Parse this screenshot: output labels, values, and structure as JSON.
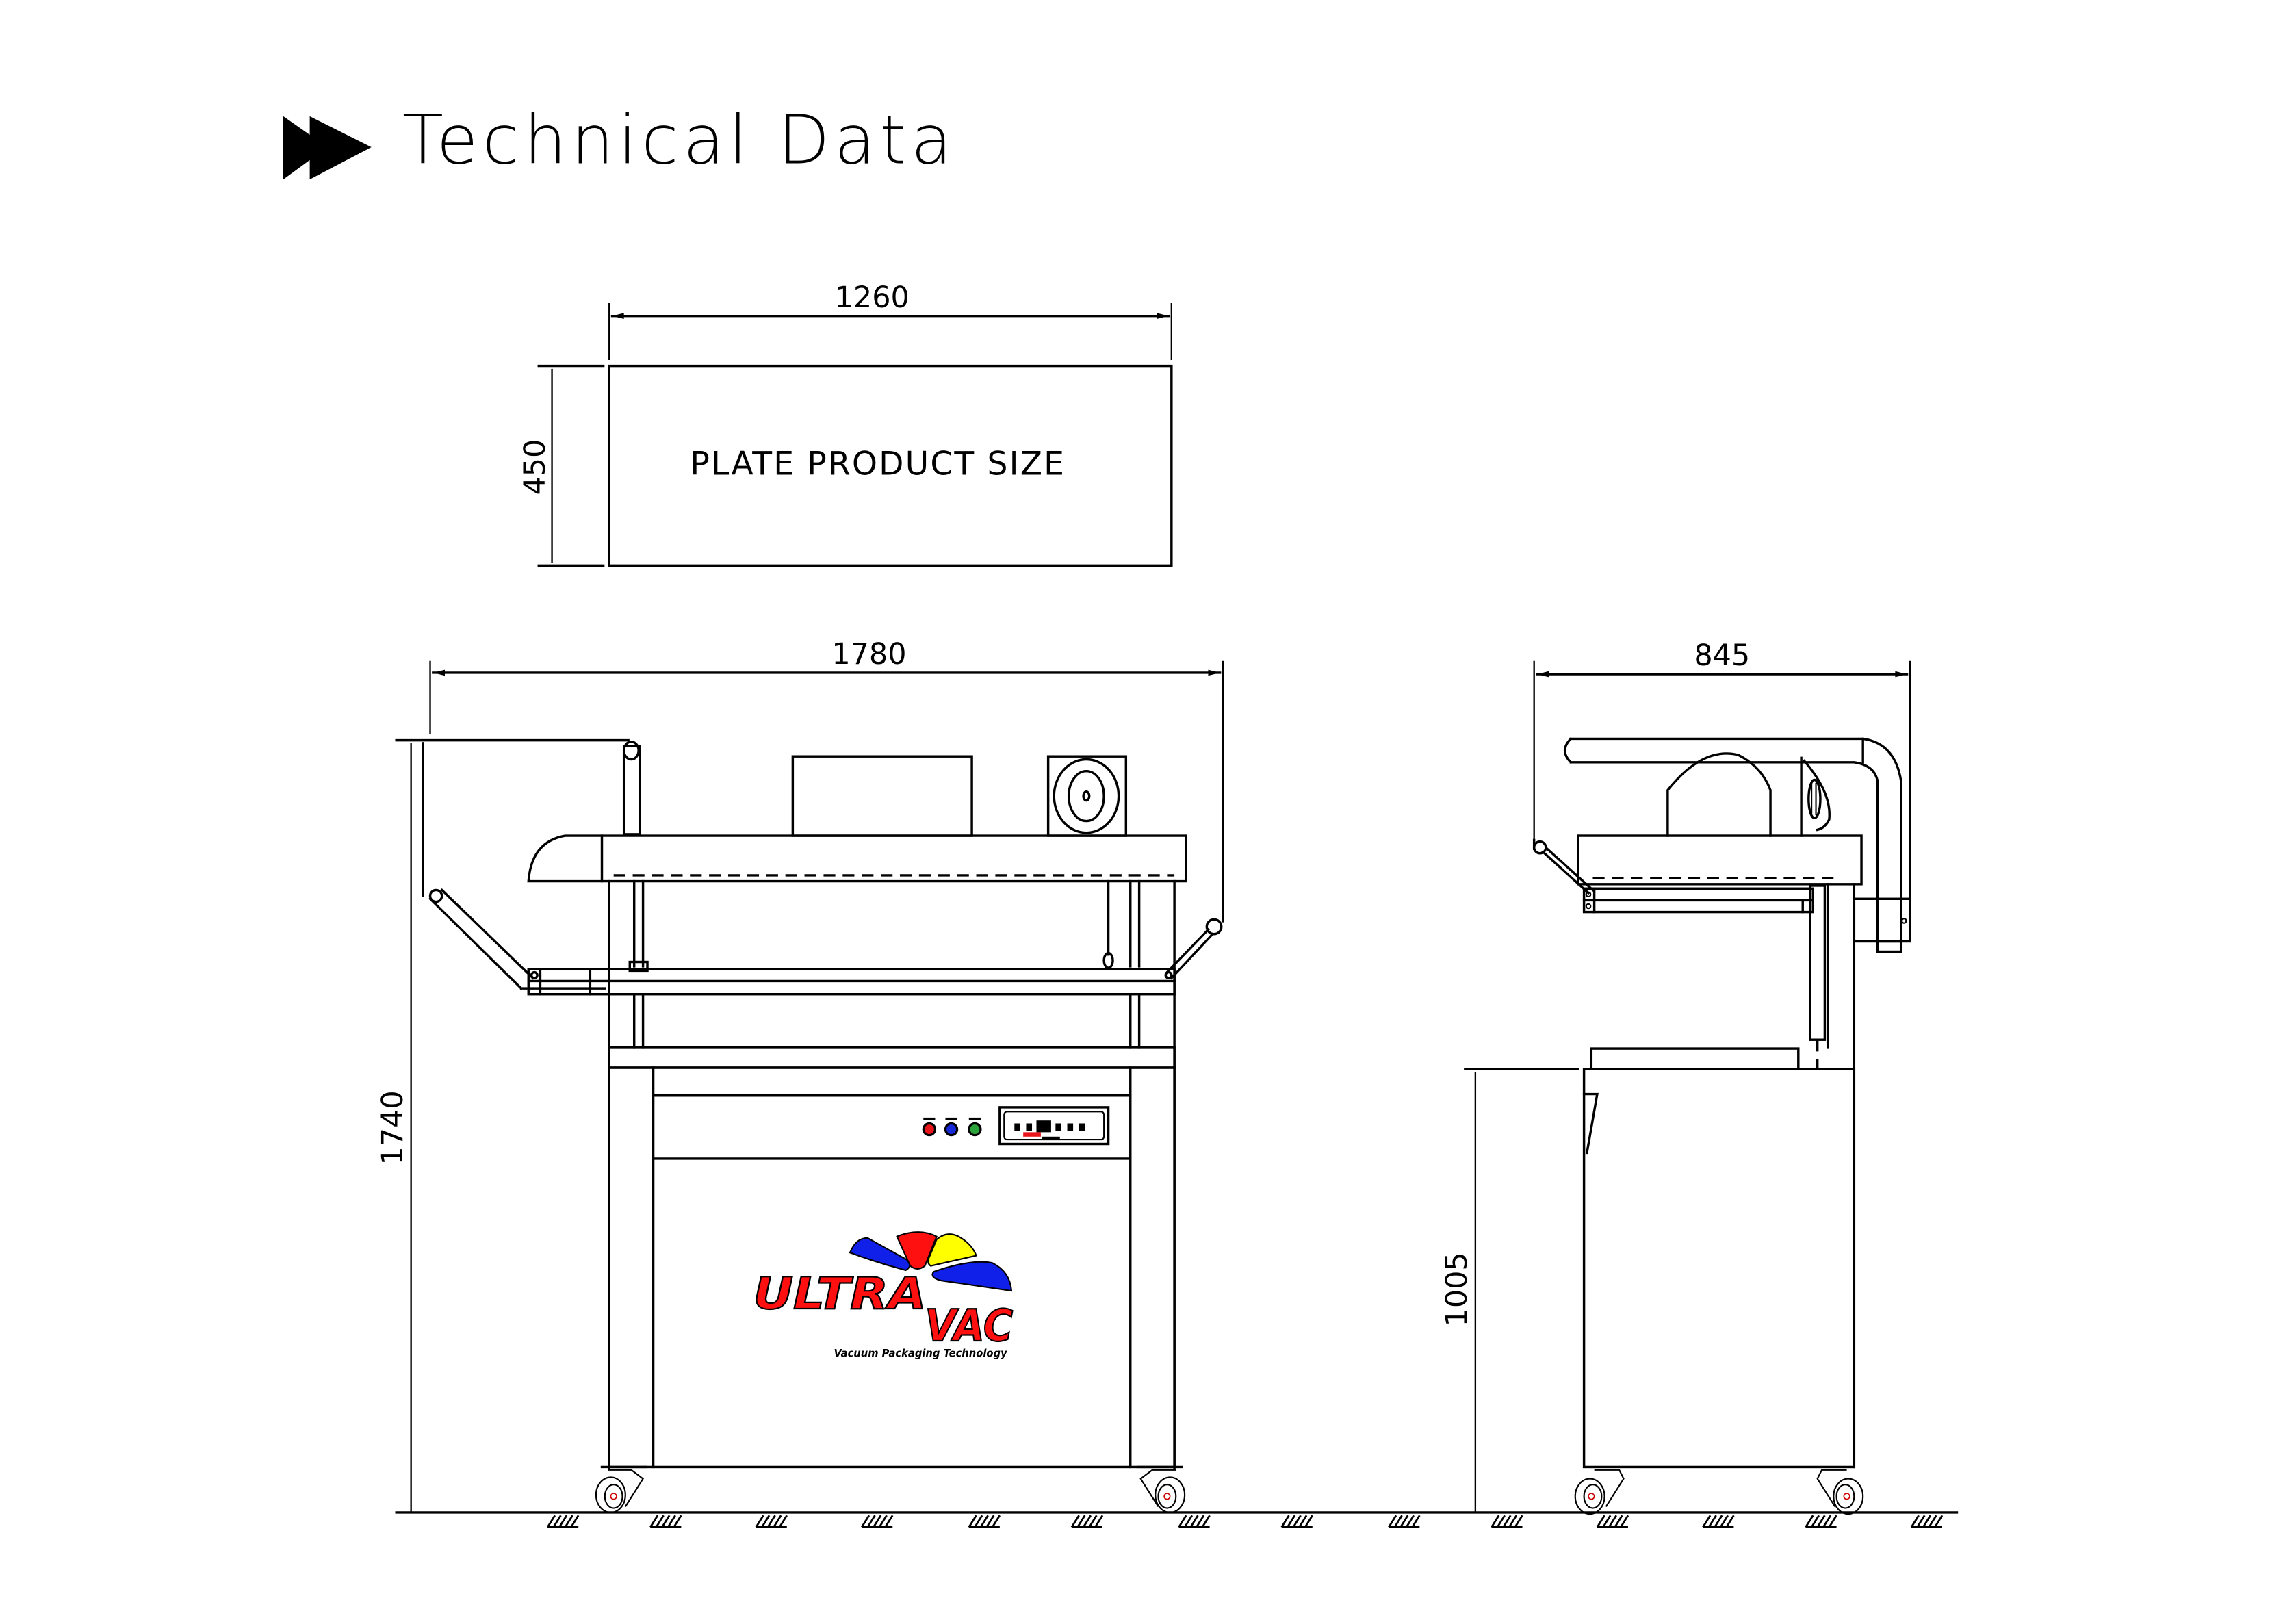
{
  "header": {
    "title": "Technical Data",
    "icon": "double-play-arrow-icon"
  },
  "plate": {
    "label": "PLATE PRODUCT SIZE",
    "width_mm": "1260",
    "depth_mm": "450"
  },
  "front_view": {
    "overall_width_mm": "1780",
    "overall_height_mm": "1740",
    "indicator_lights": [
      {
        "name": "red-indicator",
        "color": "#e8151b"
      },
      {
        "name": "blue-indicator",
        "color": "#1628d8"
      },
      {
        "name": "green-indicator",
        "color": "#2aa33a"
      }
    ],
    "logo": {
      "line1": "ULTRA",
      "line2": "VAC",
      "tagline": "Vacuum Packaging Technology",
      "colors": {
        "red": "#ff1010",
        "blue": "#1020e8",
        "yellow": "#ffff00"
      }
    }
  },
  "side_view": {
    "overall_depth_mm": "845",
    "table_height_mm": "1005"
  }
}
